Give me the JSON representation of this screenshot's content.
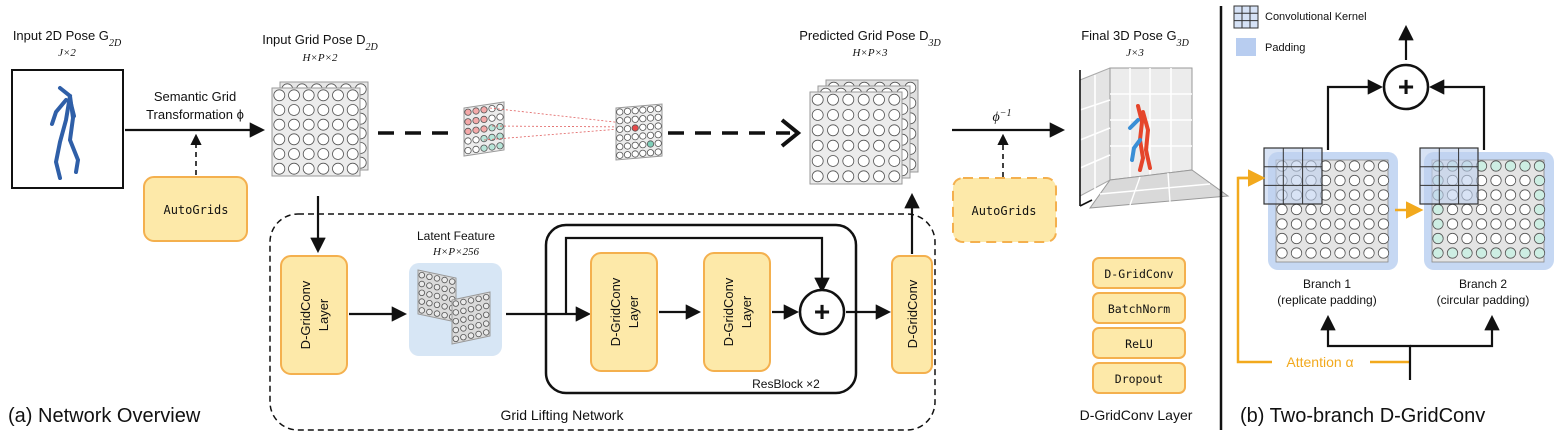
{
  "overview": {
    "input_2d": {
      "title": "Input 2D Pose G",
      "sub": "2D",
      "dim": "J×2"
    },
    "input_grid": {
      "title": "Input Grid Pose D",
      "sub": "2D",
      "dim": "H×P×2"
    },
    "predicted_grid": {
      "title": "Predicted Grid Pose D",
      "sub": "3D",
      "dim": "H×P×3"
    },
    "final_3d": {
      "title": "Final 3D Pose G",
      "sub": "3D",
      "dim": "J×3"
    },
    "transform": {
      "line1": "Semantic Grid",
      "line2": "Transformation ϕ"
    },
    "inverse": "ϕ",
    "inverse_sup": "−1",
    "autogrids_left": "AutoGrids",
    "autogrids_right": "AutoGrids",
    "latent": {
      "title": "Latent Feature",
      "dim": "H×P×256"
    },
    "layer1": {
      "line1": "D-GridConv",
      "line2": "Layer"
    },
    "layer2": {
      "line1": "D-GridConv",
      "line2": "Layer"
    },
    "layer3": {
      "line1": "D-GridConv",
      "line2": "Layer"
    },
    "layer_out": "D-GridConv",
    "plus": "+",
    "resblock": "ResBlock ×2",
    "lifting": "Grid Lifting Network",
    "caption": "(a) Network Overview"
  },
  "layer_stack": {
    "items": [
      "D-GridConv",
      "BatchNorm",
      "ReLU",
      "Dropout"
    ],
    "caption": "D-GridConv Layer"
  },
  "two_branch": {
    "legend_kernel": "Convolutional Kernel",
    "legend_padding": "Padding",
    "plus": "+",
    "branch1": {
      "line1": "Branch 1",
      "line2": "(replicate padding)"
    },
    "branch2": {
      "line1": "Branch 2",
      "line2": "(circular padding)"
    },
    "attention": "Attention α",
    "caption": "(b) Two-branch D-GridConv"
  },
  "colors": {
    "box_fill": "#fde9a9",
    "box_stroke": "#f4b04e",
    "pose_blue": "#2f5fa8",
    "pose_red": "#e5452b",
    "attention": "#f2a91d",
    "padding": "#b8cdf0",
    "latent_bg": "#d7e6f5"
  }
}
